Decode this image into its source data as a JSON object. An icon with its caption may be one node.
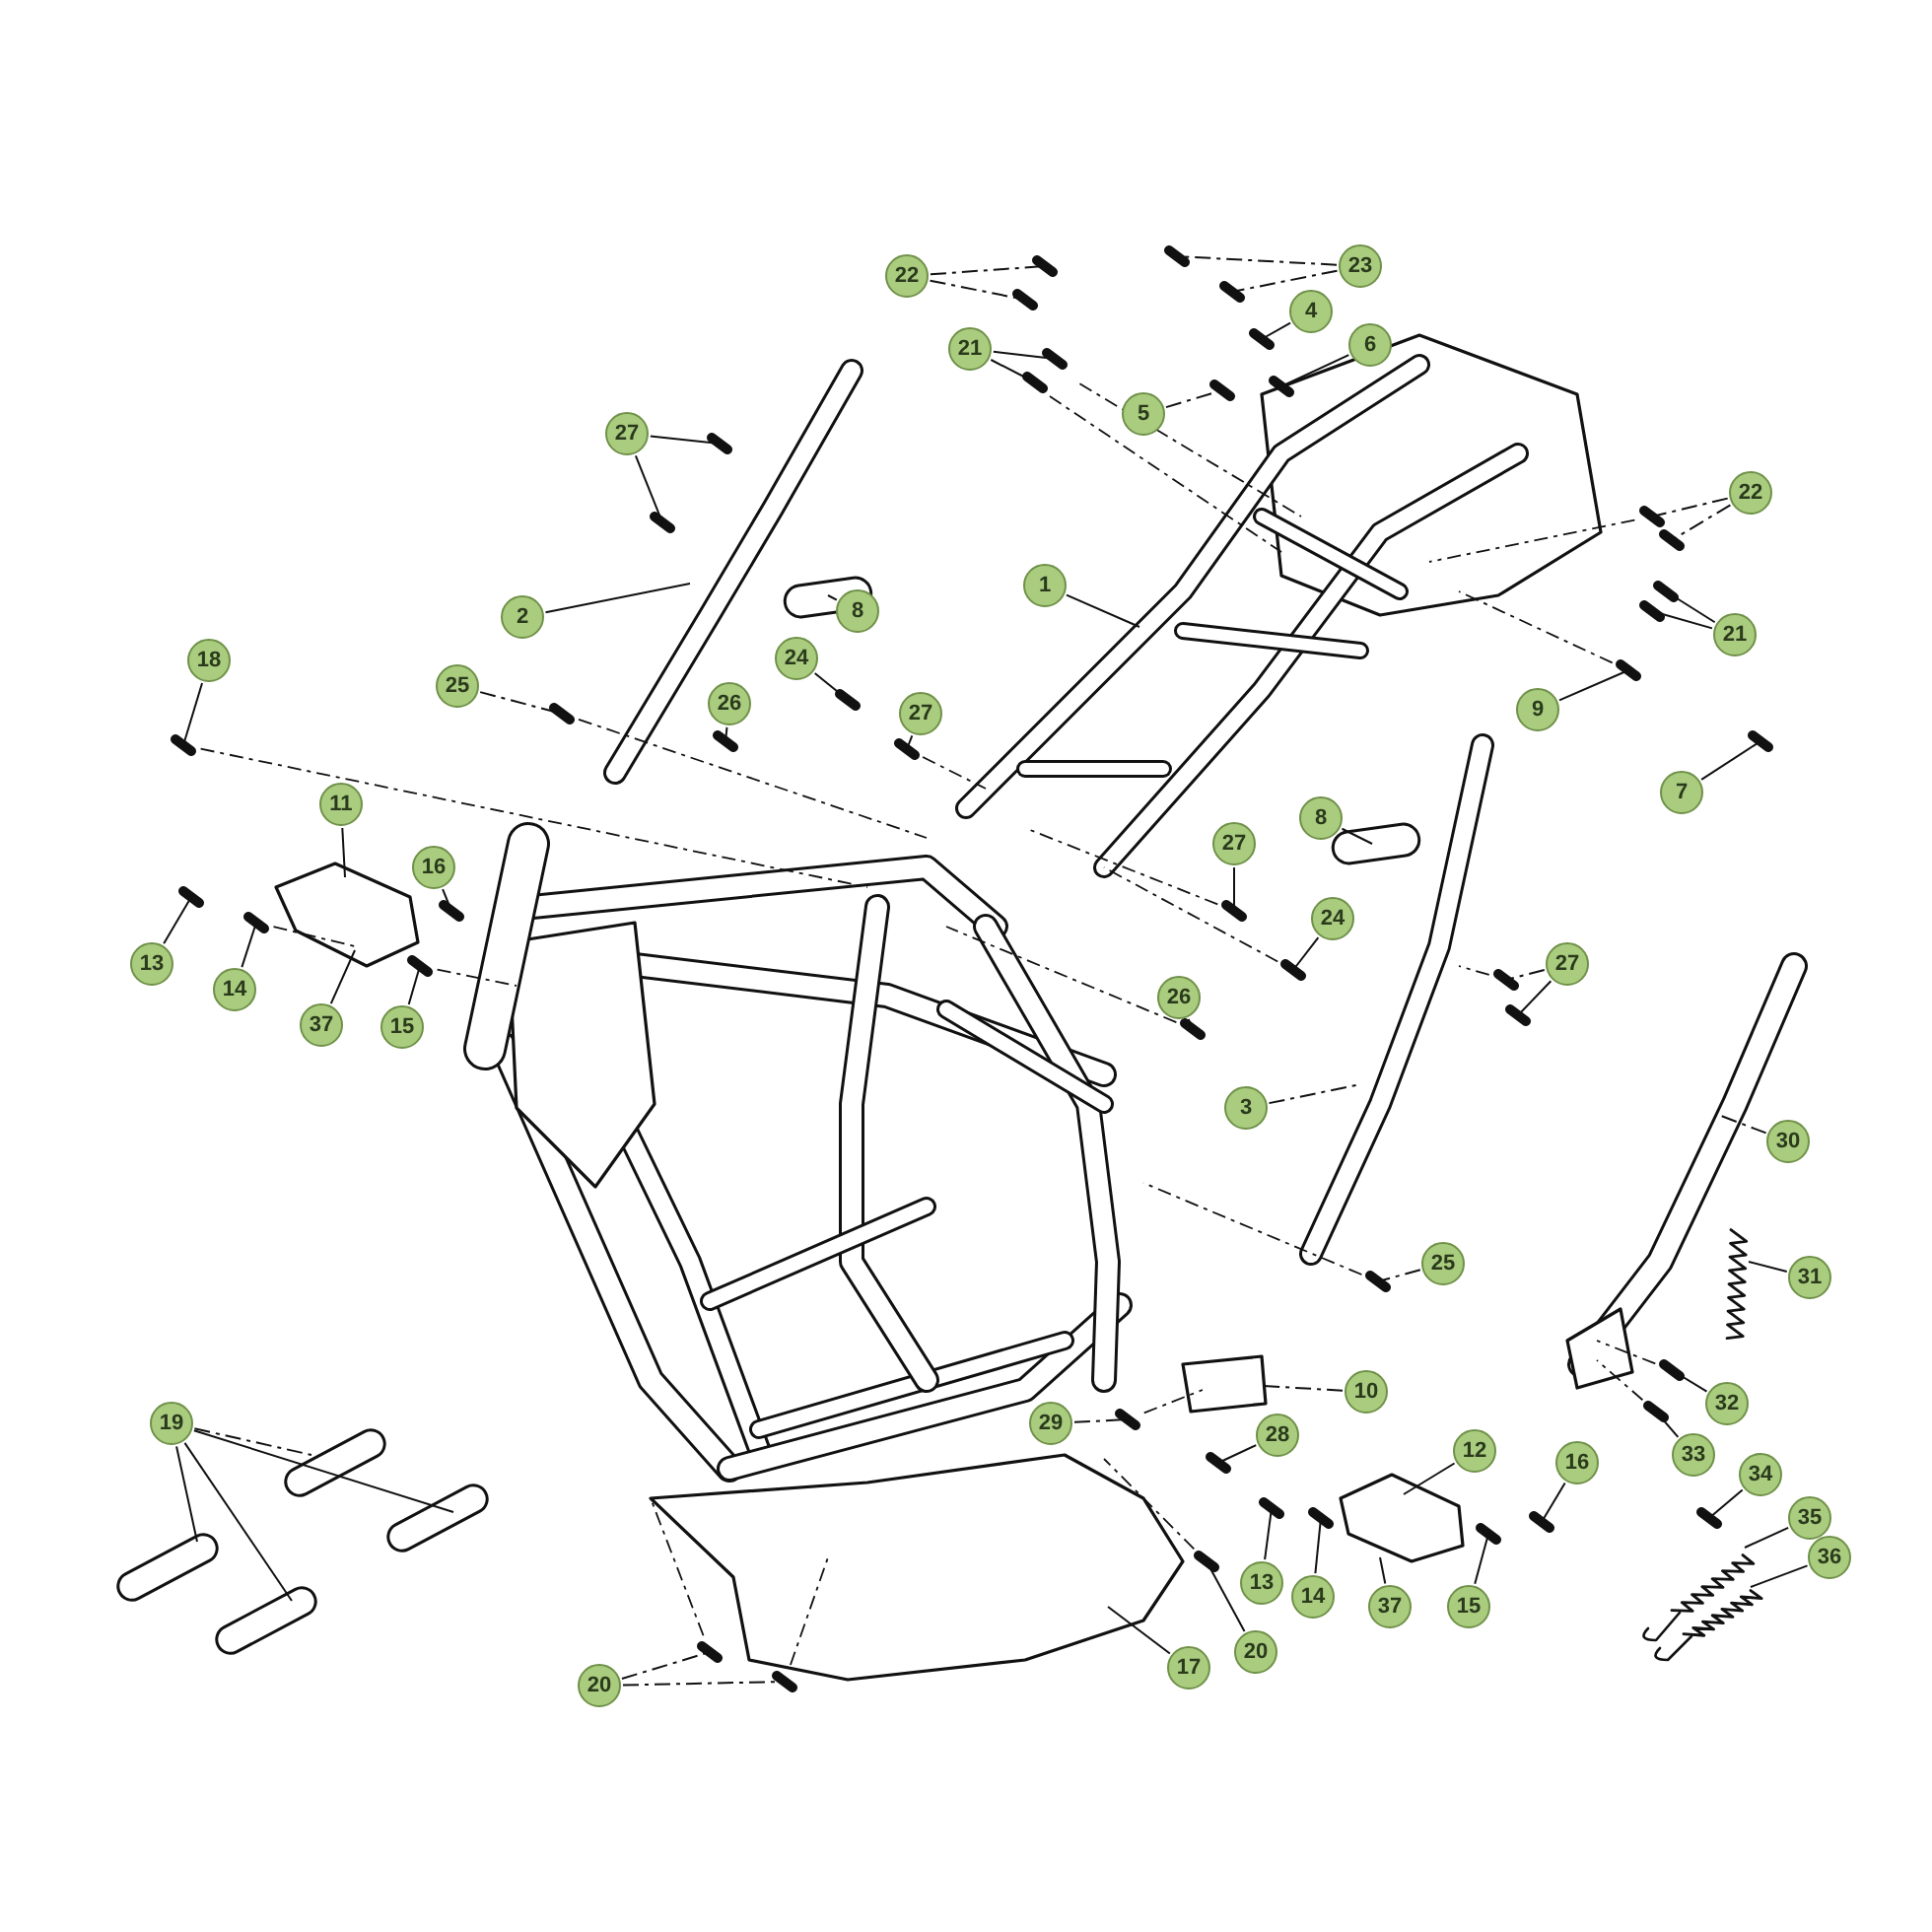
{
  "diagram": {
    "nodes": [
      {
        "text": [
          "22"
        ]
      },
      {
        "text": [
          "23"
        ]
      },
      {
        "text": [
          "4"
        ]
      },
      {
        "text": [
          "21"
        ]
      },
      {
        "text": [
          "6"
        ]
      },
      {
        "text": [
          "5"
        ]
      },
      {
        "text": [
          "27"
        ]
      },
      {
        "text": [
          "22"
        ]
      },
      {
        "text": [
          "1"
        ]
      },
      {
        "text": [
          "8"
        ]
      },
      {
        "text": [
          "2"
        ]
      },
      {
        "text": [
          "21"
        ]
      },
      {
        "text": [
          "18"
        ]
      },
      {
        "text": [
          "24"
        ]
      },
      {
        "text": [
          "25"
        ]
      },
      {
        "text": [
          "26"
        ]
      },
      {
        "text": [
          "9"
        ]
      },
      {
        "text": [
          "27"
        ]
      },
      {
        "text": [
          "7"
        ]
      },
      {
        "text": [
          "11"
        ]
      },
      {
        "text": [
          "8"
        ]
      },
      {
        "text": [
          "27"
        ]
      },
      {
        "text": [
          "16"
        ]
      },
      {
        "text": [
          "24"
        ]
      },
      {
        "text": [
          "13"
        ]
      },
      {
        "text": [
          "27"
        ]
      },
      {
        "text": [
          "14"
        ]
      },
      {
        "text": [
          "26"
        ]
      },
      {
        "text": [
          "37"
        ]
      },
      {
        "text": [
          "15"
        ]
      },
      {
        "text": [
          "3"
        ]
      },
      {
        "text": [
          "30"
        ]
      },
      {
        "text": [
          "25"
        ]
      },
      {
        "text": [
          "31"
        ]
      },
      {
        "text": [
          "10"
        ]
      },
      {
        "text": [
          "32"
        ]
      },
      {
        "text": [
          "19"
        ]
      },
      {
        "text": [
          "29"
        ]
      },
      {
        "text": [
          "28"
        ]
      },
      {
        "text": [
          "12"
        ]
      },
      {
        "text": [
          "33"
        ]
      },
      {
        "text": [
          "16"
        ]
      },
      {
        "text": [
          "34"
        ]
      },
      {
        "text": [
          "35"
        ]
      },
      {
        "text": [
          "36"
        ]
      },
      {
        "text": [
          "13"
        ]
      },
      {
        "text": [
          "14"
        ]
      },
      {
        "text": [
          "37"
        ]
      },
      {
        "text": [
          "15"
        ]
      },
      {
        "text": [
          "20"
        ]
      },
      {
        "text": [
          "17"
        ]
      },
      {
        "text": [
          "20"
        ]
      }
    ],
    "edges": [
      {
        "from": 0,
        "to": null,
        "arrow": "none",
        "style": "dashed"
      },
      {
        "from": 0,
        "to": null,
        "arrow": "none",
        "style": "dashed"
      },
      {
        "from": 1,
        "to": null,
        "arrow": "none",
        "style": "dashed"
      },
      {
        "from": 1,
        "to": null,
        "arrow": "none",
        "style": "dashed"
      },
      {
        "from": 2,
        "to": null,
        "arrow": "none"
      },
      {
        "from": 3,
        "to": null,
        "arrow": "none"
      },
      {
        "from": 3,
        "to": null,
        "arrow": "none"
      },
      {
        "from": 4,
        "to": null,
        "arrow": "none"
      },
      {
        "from": 5,
        "to": null,
        "arrow": "none",
        "style": "dashed"
      },
      {
        "from": 6,
        "to": null,
        "arrow": "none"
      },
      {
        "from": 6,
        "to": null,
        "arrow": "none"
      },
      {
        "from": 7,
        "to": null,
        "arrow": "none",
        "style": "dashed"
      },
      {
        "from": 7,
        "to": null,
        "arrow": "none",
        "style": "dashed"
      },
      {
        "from": 8,
        "to": null,
        "arrow": "none"
      },
      {
        "from": 9,
        "to": null,
        "arrow": "none"
      },
      {
        "from": 10,
        "to": null,
        "arrow": "none"
      },
      {
        "from": 11,
        "to": null,
        "arrow": "none"
      },
      {
        "from": 11,
        "to": null,
        "arrow": "none"
      },
      {
        "from": 12,
        "to": null,
        "arrow": "none"
      },
      {
        "from": 13,
        "to": null,
        "arrow": "none"
      },
      {
        "from": 14,
        "to": null,
        "arrow": "none",
        "style": "dashed"
      },
      {
        "from": 15,
        "to": null,
        "arrow": "none"
      },
      {
        "from": 16,
        "to": null,
        "arrow": "none"
      },
      {
        "from": 17,
        "to": null,
        "arrow": "none"
      },
      {
        "from": 18,
        "to": null,
        "arrow": "none"
      },
      {
        "from": 19,
        "to": null,
        "arrow": "none"
      },
      {
        "from": 20,
        "to": null,
        "arrow": "none"
      },
      {
        "from": 21,
        "to": null,
        "arrow": "none"
      },
      {
        "from": 22,
        "to": null,
        "arrow": "none"
      },
      {
        "from": 23,
        "to": null,
        "arrow": "none"
      },
      {
        "from": 24,
        "to": null,
        "arrow": "none"
      },
      {
        "from": 25,
        "to": null,
        "arrow": "none",
        "style": "dashed"
      },
      {
        "from": 25,
        "to": null,
        "arrow": "none"
      },
      {
        "from": 26,
        "to": null,
        "arrow": "none"
      },
      {
        "from": 27,
        "to": null,
        "arrow": "none"
      },
      {
        "from": 28,
        "to": null,
        "arrow": "none"
      },
      {
        "from": 29,
        "to": null,
        "arrow": "none"
      },
      {
        "from": 30,
        "to": null,
        "arrow": "none",
        "style": "dashed"
      },
      {
        "from": 31,
        "to": null,
        "arrow": "none",
        "style": "dashed"
      },
      {
        "from": 32,
        "to": null,
        "arrow": "none",
        "style": "dashed"
      },
      {
        "from": 33,
        "to": null,
        "arrow": "none"
      },
      {
        "from": 34,
        "to": null,
        "arrow": "none",
        "style": "dashed"
      },
      {
        "from": 35,
        "to": null,
        "arrow": "none"
      },
      {
        "from": 36,
        "to": null,
        "arrow": "none",
        "style": "dashed"
      },
      {
        "from": 36,
        "to": null,
        "arrow": "none"
      },
      {
        "from": 36,
        "to": null,
        "arrow": "none"
      },
      {
        "from": 36,
        "to": null,
        "arrow": "none"
      },
      {
        "from": 37,
        "to": null,
        "arrow": "none",
        "style": "dashed"
      },
      {
        "from": 38,
        "to": null,
        "arrow": "none"
      },
      {
        "from": 39,
        "to": null,
        "arrow": "none"
      },
      {
        "from": 40,
        "to": null,
        "arrow": "none"
      },
      {
        "from": 41,
        "to": null,
        "arrow": "none"
      },
      {
        "from": 42,
        "to": null,
        "arrow": "none"
      },
      {
        "from": 43,
        "to": null,
        "arrow": "none"
      },
      {
        "from": 44,
        "to": null,
        "arrow": "none"
      },
      {
        "from": 45,
        "to": null,
        "arrow": "none"
      },
      {
        "from": 46,
        "to": null,
        "arrow": "none"
      },
      {
        "from": 47,
        "to": null,
        "arrow": "none"
      },
      {
        "from": 48,
        "to": null,
        "arrow": "none"
      },
      {
        "from": 49,
        "to": null,
        "arrow": "none"
      },
      {
        "from": 50,
        "to": null,
        "arrow": "none"
      },
      {
        "from": 51,
        "to": null,
        "arrow": "none",
        "style": "dashed"
      },
      {
        "from": 51,
        "to": null,
        "arrow": "none",
        "style": "dashed"
      }
    ]
  }
}
